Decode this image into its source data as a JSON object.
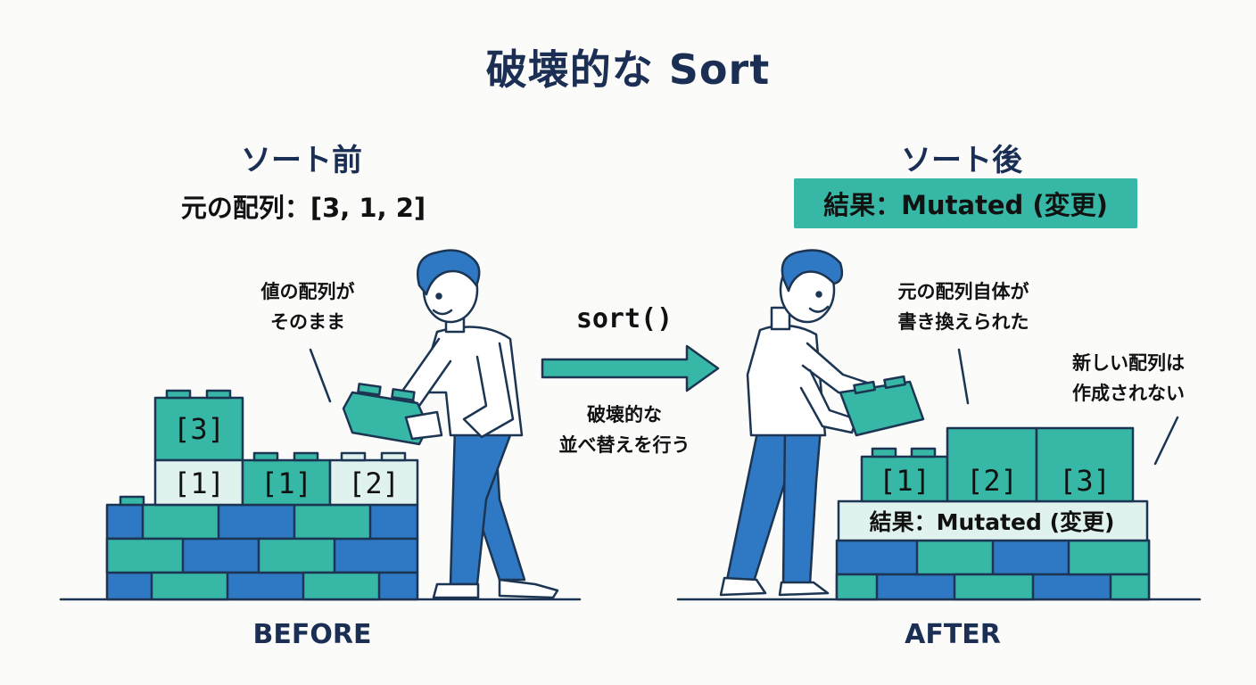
{
  "title": "破壊的な Sort",
  "before": {
    "heading": "ソート前",
    "subtitle": "元の配列：[3, 1, 2]",
    "note_line1": "値の配列が",
    "note_line2": "そのまま",
    "blocks": [
      "[3]",
      "[1]",
      "[1]",
      "[2]"
    ],
    "footer": "BEFORE"
  },
  "middle": {
    "operation": "sort()",
    "caption_line1": "破壊的な",
    "caption_line2": "並べ替えを行う"
  },
  "after": {
    "heading": "ソート後",
    "result": "結果：Mutated (変更)",
    "note1_line1": "元の配列自体が",
    "note1_line2": "書き換えられた",
    "note2_line1": "新しい配列は",
    "note2_line2": "作成されない",
    "blocks": [
      "[1]",
      "[2]",
      "[3]"
    ],
    "strip_label": "結果：Mutated (変更)",
    "footer": "AFTER"
  },
  "colors": {
    "title": "#1b2f55",
    "teal": "#37b8a6",
    "blue": "#2f78c4",
    "outline": "#1c3552",
    "pale": "#dff2ee"
  }
}
